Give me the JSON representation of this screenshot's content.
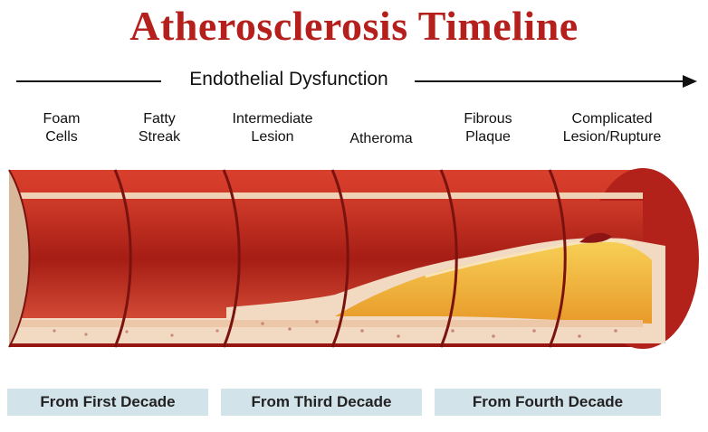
{
  "title": "Atherosclerosis Timeline",
  "axis_label": "Endothelial Dysfunction",
  "stages": [
    {
      "label": "Foam\nCells"
    },
    {
      "label": "Fatty\nStreak"
    },
    {
      "label": "Intermediate\nLesion"
    },
    {
      "label": "Atheroma"
    },
    {
      "label": "Fibrous\nPlaque"
    },
    {
      "label": "Complicated\nLesion/Rupture"
    }
  ],
  "decades": [
    {
      "label": "From First Decade"
    },
    {
      "label": "From Third Decade"
    },
    {
      "label": "From Fourth Decade"
    }
  ],
  "colors": {
    "title": "#b51f1c",
    "vessel_wall": "#c8281b",
    "lumen": "#b8231a",
    "plaque": "#f3b73b",
    "decade_band": "#d3e3ea"
  }
}
